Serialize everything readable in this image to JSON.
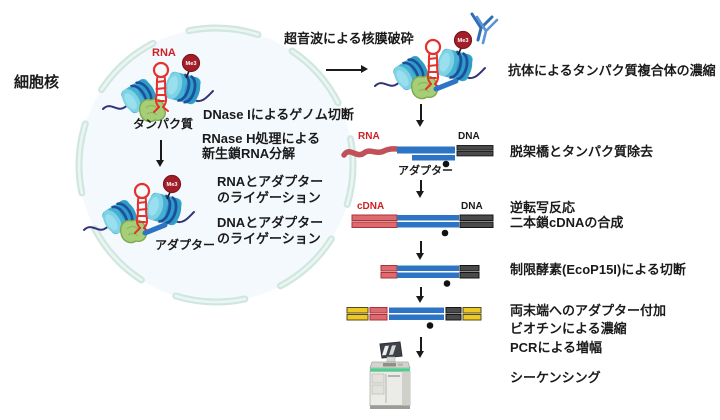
{
  "labels": {
    "nucleus": "細胞核",
    "protein": "タンパク質",
    "adapter": "アダプター",
    "rna": "RNA",
    "dna": "DNA",
    "cdna": "cDNA",
    "me3": "Me3"
  },
  "steps": {
    "sonication": "超音波による核膜破砕",
    "dnase": "DNase Iによるゲノム切断",
    "rnase1": "RNase H処理による",
    "rnase2": "新生鎖RNA分解",
    "rna_lig1": "RNAとアダプター",
    "rna_lig2": "のライゲーション",
    "dna_lig1": "DNAとアダプター",
    "dna_lig2": "のライゲーション",
    "antibody_enrich": "抗体によるタンパク質複合体の濃縮",
    "decrosslink": "脱架橋とタンパク質除去",
    "rt1": "逆転写反応",
    "rt2": "二本鎖cDNAの合成",
    "digestion": "制限酵素(EcoP15I)による切断",
    "adapter_add": "両末端へのアダプター付加",
    "biotin_enrich": "ビオチンによる濃縮",
    "pcr": "PCRによる増幅",
    "sequencing": "シーケンシング"
  },
  "icons": {
    "nucleus-membrane-icon": "dashed mint circle (nuclear envelope)",
    "nucleosome-icon": "blue striped cylinder",
    "protein-icon": "green blob",
    "rna-hairpin-icon": "red stem-loop",
    "me3-icon": "dark red circle badge with Me3",
    "antibody-icon": "blue Y shape",
    "biotin-icon": "black dot",
    "adapter-bar-icon": "blue segment",
    "sequencer-icon": "gray sequencing machine with green stripe",
    "arrow-down-icon": "black down arrow",
    "arrow-right-icon": "black right arrow"
  },
  "colors": {
    "background": "#ffffff",
    "text": "#1a1a1a",
    "red_label": "#cc2127",
    "nucleus_fill": "#f4f9fd",
    "nucleus_membrane": "#cfe7e0",
    "nucleosome_light": "#7ed2e6",
    "nucleosome_mid": "#45b0d2",
    "nucleosome_dark": "#2e9cc4",
    "nucleosome_stripe": "#1c4f9e",
    "protein_green": "#a6ce77",
    "rna_red": "#e5302b",
    "me3_dark_red": "#a21f2a",
    "dna_line": "#32327a",
    "adapter_blue": "#2e74c4",
    "rna_ribbon": "#c25059",
    "dna_bar_gray": "#4a4a4a",
    "cdna_bar_red": "#dd6a6e",
    "adapter_bar_yellow": "#f2c71f",
    "antibody_blue": "#2f6db6",
    "biotin_black": "#111111",
    "sequencer_green": "#3fd78b"
  }
}
